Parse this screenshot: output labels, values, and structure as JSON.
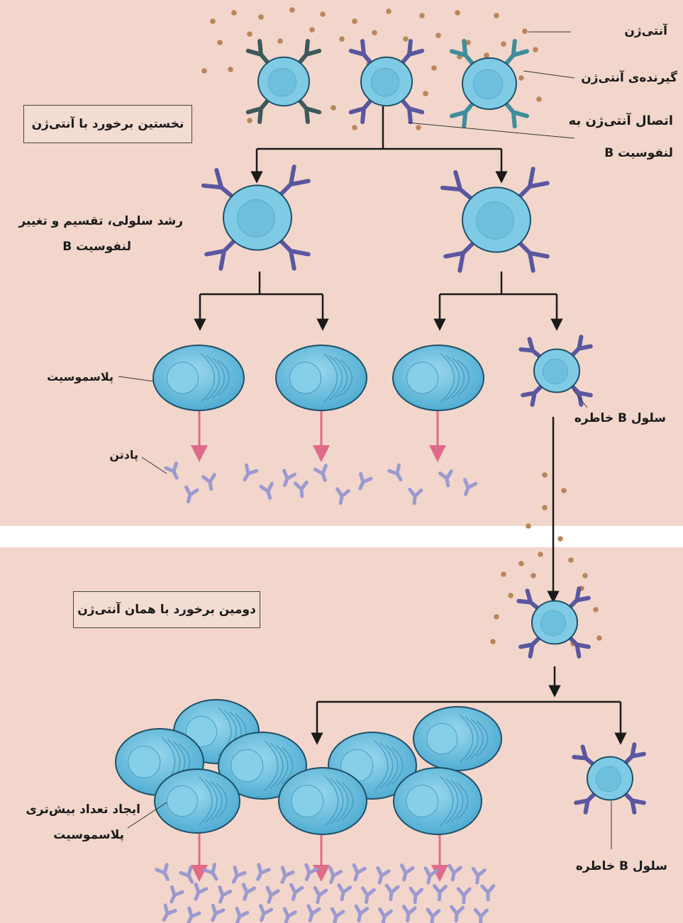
{
  "labels": {
    "antigen": "آنتی‌ژن",
    "antigen_receptor": "گیرنده‌ی آنتی‌ژن",
    "first_encounter": "نخستین برخورد با آنتی‌ژن",
    "binding_line1": "اتصال آنتی‌ژن به",
    "binding_line2": "لنفوسیت B",
    "growth_line1": "رشد سلولی، تقسیم و تغییر",
    "growth_line2": "لنفوسیت B",
    "plasmocyte": "پلاسموسیت",
    "memory_cell_1": "سلول B خاطره",
    "antibody": "پادتن",
    "second_encounter": "دومین برخورد با همان آنتی‌ژن",
    "more_plasma_line1": "ایجاد تعداد بیش‌تری",
    "more_plasma_line2": "پلاسموسیت",
    "memory_cell_2": "سلول B خاطره"
  },
  "colors": {
    "background": "#f2d6cb",
    "cell_fill": "#7fcbe6",
    "cell_stroke": "#1f4f66",
    "receptor_purple": "#5a57a0",
    "receptor_dark": "#3d5a5a",
    "receptor_teal": "#3f8e9b",
    "antigen_dot": "#b8865a",
    "antibody": "#9b9ad0",
    "secretion_arrow": "#e06a8a",
    "flow_line": "#1a1a1a"
  }
}
